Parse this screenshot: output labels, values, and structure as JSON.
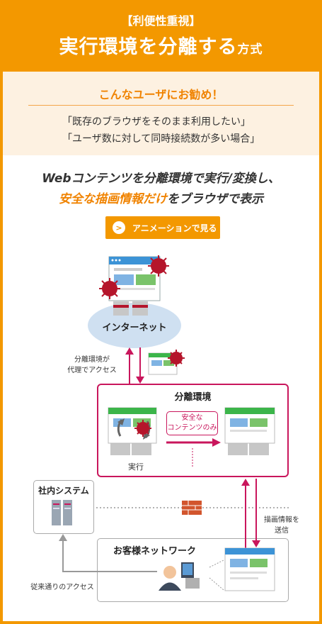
{
  "header": {
    "subtitle": "【利便性重視】",
    "title_main": "実行環境を分離する",
    "title_suffix": "方式"
  },
  "recommend": {
    "title": "こんなユーザにお勧め！",
    "line1": "「既存のブラウザをそのまま利用したい」",
    "line2": "「ユーザ数に対して同時接続数が多い場合」"
  },
  "lead": {
    "line1": "Webコンテンツを分離環境で実行/変換し、",
    "line2_highlight": "安全な描画情報だけ",
    "line2_rest": "をブラウザで表示"
  },
  "animation_button": {
    "label": "アニメーションで見る",
    "icon": "chevron-right-icon"
  },
  "diagram": {
    "internet_label": "インターネット",
    "proxy_label_1": "分離環境が",
    "proxy_label_2": "代理でアクセス",
    "isolation_title": "分離環境",
    "safe_content_1": "安全な",
    "safe_content_2": "コンテンツのみ",
    "execute_label": "実行",
    "intranet_title": "社内システム",
    "draw_info_1": "描画情報を",
    "draw_info_2": "送信",
    "customer_network_title": "お客様ネットワーク",
    "legacy_access_label": "従来通りのアクセス"
  },
  "colors": {
    "orange": "#f39800",
    "light_orange_bg": "#fdf1e1",
    "magenta": "#c9165c",
    "virus": "#b5152b",
    "cloud_blue": "#cfe0f1",
    "window_green": "#3bb54a"
  }
}
